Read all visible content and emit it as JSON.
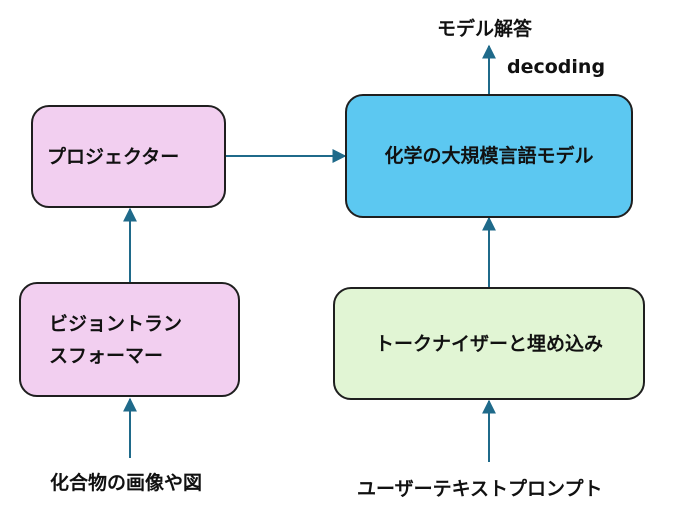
{
  "colors": {
    "encoder_fill": "#f2cff0",
    "llm_fill": "#5cc8f1",
    "tokenizer_fill": "#e1f5d4",
    "arrow": "#1f6a8a"
  },
  "nodes": {
    "projector": "プロジェクター",
    "vision_transformer_line1": "ビジョントラン",
    "vision_transformer_line2": "スフォーマー",
    "llm": "化学の大規模言語モデル",
    "tokenizer": "トークナイザーと埋め込み"
  },
  "inputs": {
    "image": "化合物の画像や図",
    "text": "ユーザーテキストプロンプト"
  },
  "output": {
    "label": "モデル解答",
    "edge_label": "decoding"
  }
}
